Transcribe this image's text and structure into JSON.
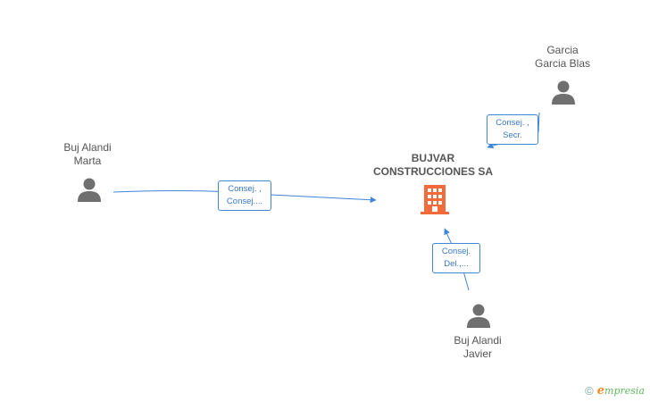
{
  "company": {
    "line1": "BUJVAR",
    "line2": "CONSTRUCCIONES SA"
  },
  "persons": [
    {
      "id": "garcia",
      "line1": "Garcia",
      "line2": "Garcia Blas"
    },
    {
      "id": "marta",
      "line1": "Buj Alandi",
      "line2": "Marta"
    },
    {
      "id": "javier",
      "line1": "Buj Alandi",
      "line2": "Javier"
    }
  ],
  "relations": [
    {
      "id": "marta",
      "line1": "Consej. ,",
      "line2": "Consej...."
    },
    {
      "id": "garcia",
      "line1": "Consej. ,",
      "line2": "Secr."
    },
    {
      "id": "javier",
      "line1": "Consej.",
      "line2": "Del.,..."
    }
  ],
  "colors": {
    "line": "#3f86d6",
    "company_icon": "#f26b3a",
    "person_icon": "#6f6f6f"
  },
  "footer": {
    "copyright_symbol": "©",
    "brand_e": "e",
    "brand_rest": "mpresia"
  }
}
